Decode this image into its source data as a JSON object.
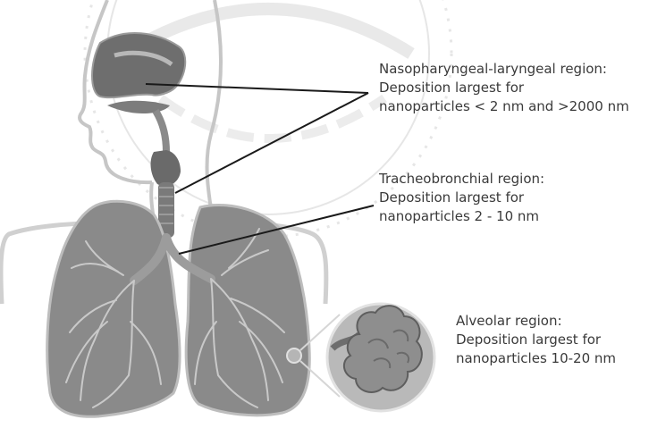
{
  "labels": {
    "nasopharyngeal": {
      "title": "Nasopharyngeal-laryngeal region:",
      "line2": "Deposition largest for",
      "line3": "nanoparticles < 2 nm and >2000 nm"
    },
    "tracheobronchial": {
      "title": "Tracheobronchial region:",
      "line2": "Deposition largest for",
      "line3": "nanoparticles 2 - 10 nm"
    },
    "alveolar": {
      "title": "Alveolar region:",
      "line2": "Deposition largest for",
      "line3": "nanoparticles 10-20 nm"
    }
  },
  "colors": {
    "lung_fill": "#8a8a8a",
    "outline": "#bdbdbd",
    "leader_line": "#1a1a1a",
    "text": "#3a3a3a"
  }
}
